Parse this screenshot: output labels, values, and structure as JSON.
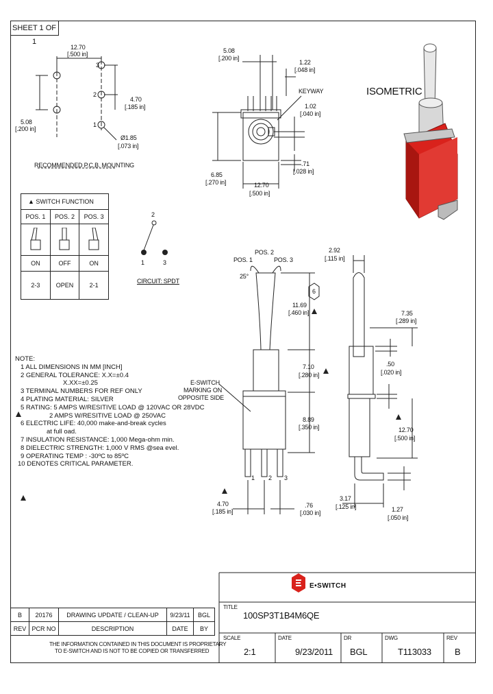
{
  "sheet": "SHEET 1 OF 1",
  "pcb": {
    "dim_h": "12.70",
    "dim_h_in": "[.500 in]",
    "dim_v": "5.08",
    "dim_v_in": "[.200 in]",
    "dim_v2": "4.70",
    "dim_v2_in": "[.185 in]",
    "hole": "Ø1.85",
    "hole_in": "[.073 in]",
    "pins": [
      "3",
      "2",
      "1"
    ],
    "title": "RECOMMENDED P.C.B. MOUNTING"
  },
  "front": {
    "d1": "5.08",
    "d1_in": "[.200 in]",
    "d2": "1.22",
    "d2_in": "[.048 in]",
    "keyway": "KEYWAY",
    "d3": "1.02",
    "d3_in": "[.040 in]",
    "d4": "6.85",
    "d4_in": "[.270 in]",
    "d5": "12.70",
    "d5_in": "[.500 in]",
    "d6": ".71",
    "d6_in": "[.028 in]"
  },
  "isometric": "ISOMETRIC",
  "switch_function": {
    "title": "SWITCH FUNCTION",
    "positions": [
      "POS. 1",
      "POS. 2",
      "POS. 3"
    ],
    "states": [
      "ON",
      "OFF",
      "ON"
    ],
    "connections": [
      "2-3",
      "OPEN",
      "2-1"
    ]
  },
  "circuit": {
    "pins": [
      "2",
      "1",
      "3"
    ],
    "label": "CIRCUIT: SPDT"
  },
  "side": {
    "pos1": "POS. 1",
    "pos2": "POS. 2",
    "pos3": "POS. 3",
    "angle": "25°",
    "hex": "6",
    "d_1169": "11.69",
    "d_1169_in": "[.460 in]",
    "d_710": "7.10",
    "d_710_in": "[.280 in]",
    "marking": [
      "E-SWITCH",
      "MARKING ON",
      "OPPOSITE SIDE"
    ],
    "d_889": "8.89",
    "d_889_in": "[.350 in]",
    "pins": [
      "1",
      "2",
      "3"
    ],
    "d_470": "4.70",
    "d_470_in": "[.185 in]",
    "d_76": ".76",
    "d_76_in": "[.030 in]"
  },
  "right": {
    "d_292": "2.92",
    "d_292_in": "[.115 in]",
    "d_735": "7.35",
    "d_735_in": "[.289 in]",
    "d_50": ".50",
    "d_50_in": "[.020 in]",
    "d_1270": "12.70",
    "d_1270_in": "[.500 in]",
    "d_317": "3.17",
    "d_317_in": "[.125 in]",
    "d_127": "1.27",
    "d_127_in": "[.050 in]"
  },
  "notes": {
    "title": "NOTE:",
    "lines": [
      "1  ALL DIMENSIONS IN MM [INCH]",
      "2  GENERAL TOLERANCE: X.X=±0.4",
      "X.XX=±0.25",
      "3  TERMINAL NUMBERS FOR REF ONLY",
      "4  PLATING MATERIAL: SILVER",
      "5  RATING: 5 AMPS W/RESITIVE LOAD @ 120VAC OR 28VDC",
      "2 AMPS W/RESITIVE LOAD @ 250VAC",
      "6  ELECTRIC LIFE: 40,000 make-and-break cycles",
      "at full oad.",
      "7  INSULATION RESISTANCE: 1,000 Mega-ohm min.",
      "8  DIELECTRIC STRENGTH: 1,000 V RMS @sea  evel.",
      "9  OPERATING TEMP : -30ºC to 85ºC",
      "10  DENOTES CRITICAL PARAMETER."
    ]
  },
  "logo": "E•SWITCH",
  "revision": {
    "row": [
      "B",
      "20176",
      "DRAWING UPDATE / CLEAN-UP",
      "9/23/11",
      "BGL"
    ],
    "headers": [
      "REV",
      "PCR NO",
      "DESCRIPTION",
      "DATE",
      "BY"
    ]
  },
  "proprietary": [
    "THE INFORMATION CONTAINED IN THIS DOCUMENT IS PROPRIETARY",
    "TO E-SWITCH AND IS NOT TO BE COPIED OR TRANSFERRED"
  ],
  "title_block": {
    "title_lbl": "TITLE",
    "title": "100SP3T1B4M6QE",
    "scale_lbl": "SCALE",
    "scale": "2:1",
    "date_lbl": "DATE",
    "date": "9/23/2011",
    "dr_lbl": "DR",
    "dr": "BGL",
    "dwg_lbl": "DWG",
    "dwg": "T113033",
    "rev_lbl": "REV",
    "rev": "B"
  },
  "colors": {
    "red": "#d9221c",
    "red_dark": "#a81610",
    "line": "#222222"
  }
}
